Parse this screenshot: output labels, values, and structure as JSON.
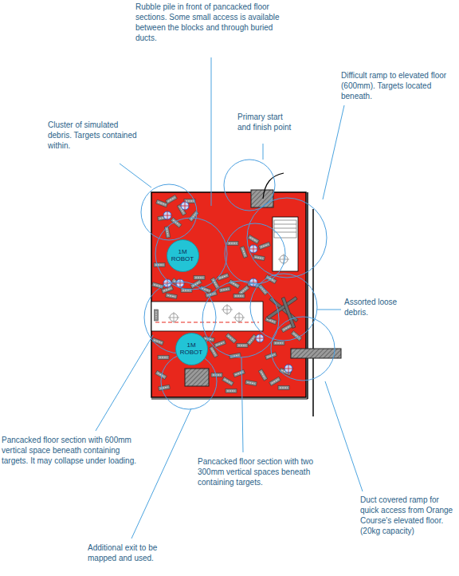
{
  "diagram": {
    "nodes": [
      {
        "text": [
          "1M ROBOT"
        ]
      },
      {
        "text": [
          "1M ROBOT"
        ]
      }
    ],
    "labels": [
      "Rubble pile in front of pancacked floor sections.  Some small access is available between the blocks and through buried ducts.",
      "Primary start and finish point",
      "Difficult ramp to elevated floor (600mm). Targets located beneath.",
      "Cluster of simulated debris. Targets contained within.",
      "Assorted loose debris.",
      "Pancacked floor section with 600mm vertical space beneath containing targets. It may collapse under loading.",
      "Pancacked floor section with two 300mm vertical spaces beneath containing targets.",
      "Duct covered ramp for quick access from Orange Course's elevated floor. (20kg capacity)",
      "Additional exit to be mapped and used."
    ]
  }
}
